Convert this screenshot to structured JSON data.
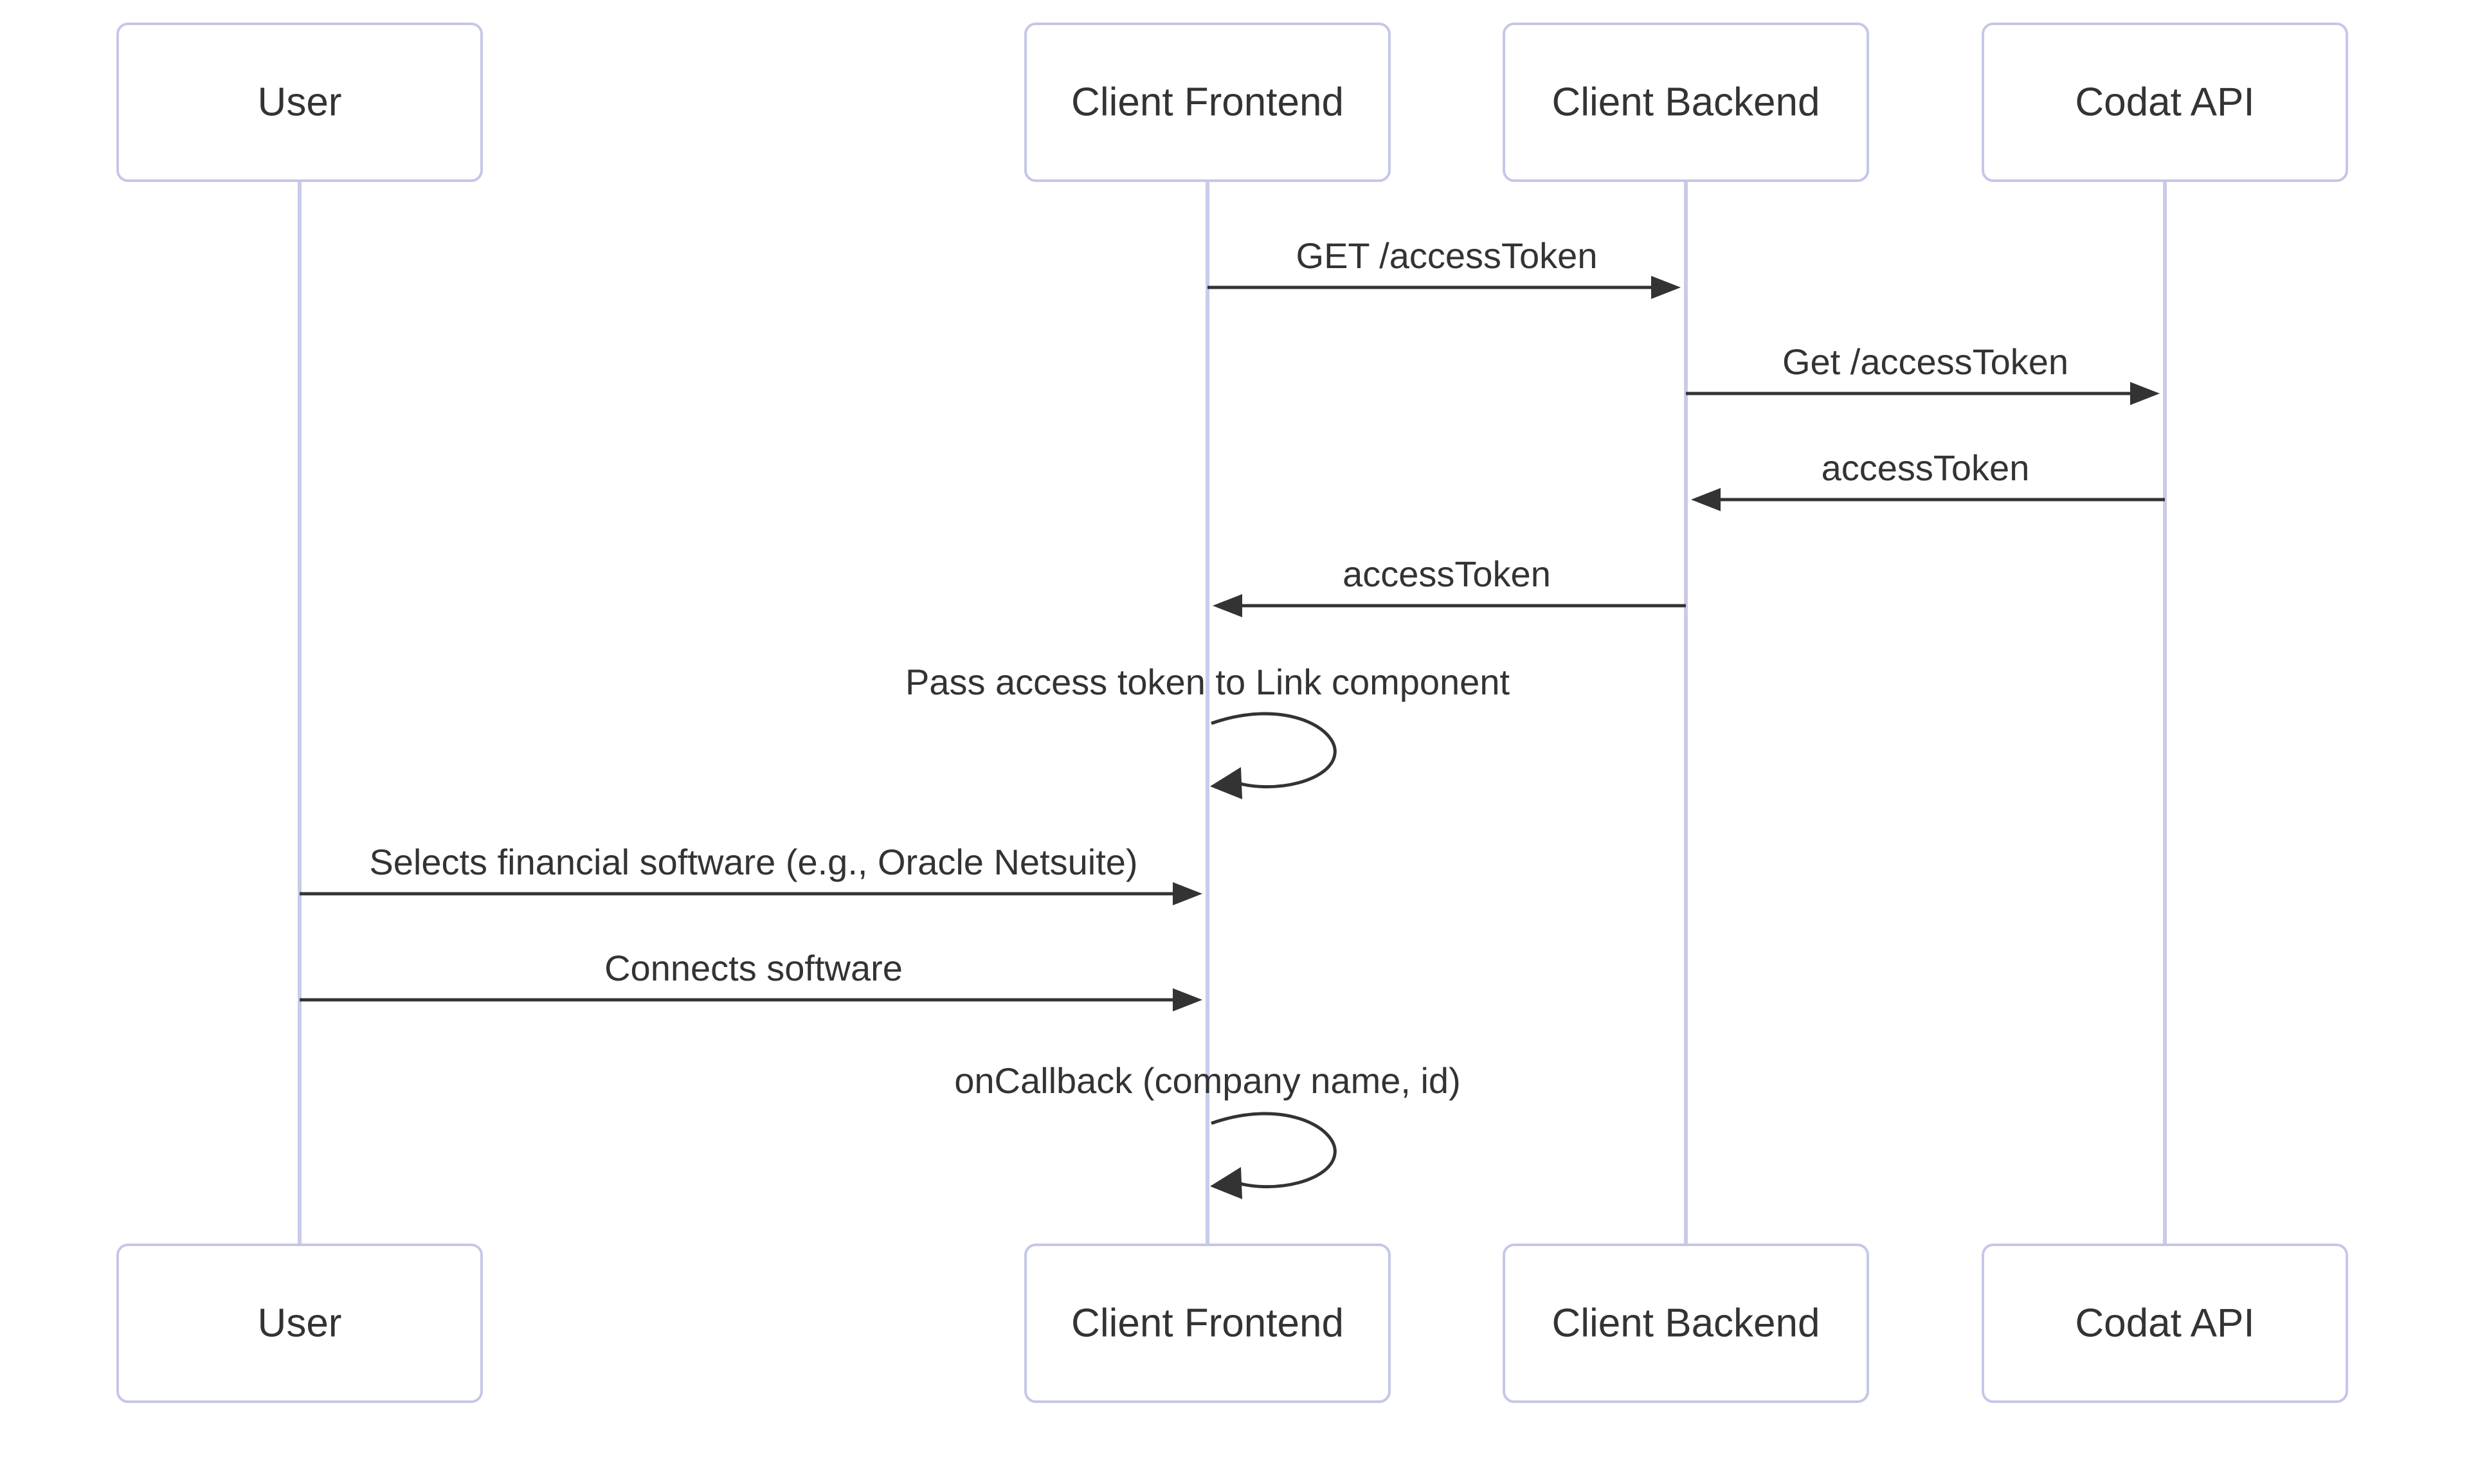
{
  "diagram": {
    "type": "sequence",
    "actors": [
      {
        "id": "user",
        "label": "User"
      },
      {
        "id": "frontend",
        "label": "Client Frontend"
      },
      {
        "id": "backend",
        "label": "Client Backend"
      },
      {
        "id": "codat",
        "label": "Codat API"
      }
    ],
    "messages": [
      {
        "label": "GET /accessToken",
        "from": "frontend",
        "to": "backend",
        "kind": "solid-arrow"
      },
      {
        "label": "Get /accessToken",
        "from": "backend",
        "to": "codat",
        "kind": "solid-arrow"
      },
      {
        "label": "accessToken",
        "from": "codat",
        "to": "backend",
        "kind": "solid-arrow"
      },
      {
        "label": "accessToken",
        "from": "backend",
        "to": "frontend",
        "kind": "solid-arrow"
      },
      {
        "label": "Pass access token to Link component",
        "from": "frontend",
        "to": "frontend",
        "kind": "self-loop"
      },
      {
        "label": "Selects financial software (e.g., Oracle Netsuite)",
        "from": "user",
        "to": "frontend",
        "kind": "solid-arrow"
      },
      {
        "label": "Connects software",
        "from": "user",
        "to": "frontend",
        "kind": "solid-arrow"
      },
      {
        "label": "onCallback (company name, id)",
        "from": "frontend",
        "to": "frontend",
        "kind": "self-loop"
      }
    ],
    "colors": {
      "background": "#ffffff",
      "actor_fill": "#ffffff",
      "actor_border": "#c5c7e8",
      "lifeline": "#c9cbe8",
      "arrow": "#333333",
      "text": "#333333"
    }
  }
}
